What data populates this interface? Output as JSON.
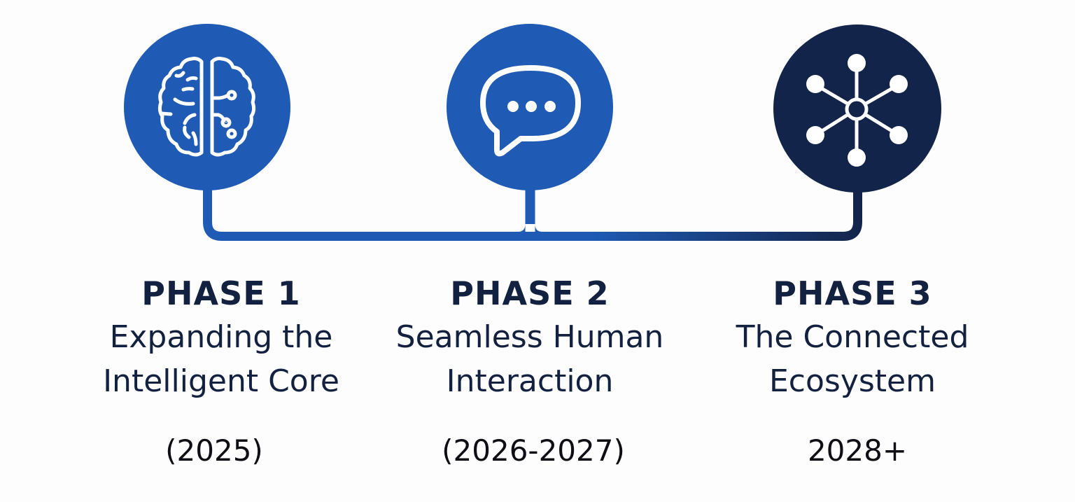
{
  "colors": {
    "background": "#fdfdfd",
    "phase1_circle": "#1f5bb5",
    "phase2_circle": "#1f5bb5",
    "phase3_circle": "#13244a",
    "connector_start": "#1f5bb5",
    "connector_end": "#13244a",
    "icon_stroke": "#ffffff",
    "text_primary": "#12213f"
  },
  "timeline": {
    "phases": [
      {
        "label": "PHASE 1",
        "title_line1": "Expanding the",
        "title_line2": "Intelligent Core",
        "years": "(2025)",
        "icon": "brain-circuit-icon"
      },
      {
        "label": "PHASE 2",
        "title_line1": "Seamless Human",
        "title_line2": "Interaction",
        "years": "(2026-2027)",
        "icon": "chat-bubble-icon"
      },
      {
        "label": "PHASE 3",
        "title_line1": "The Connected",
        "title_line2": "Ecosystem",
        "years": "2028+",
        "icon": "network-hub-icon"
      }
    ]
  }
}
